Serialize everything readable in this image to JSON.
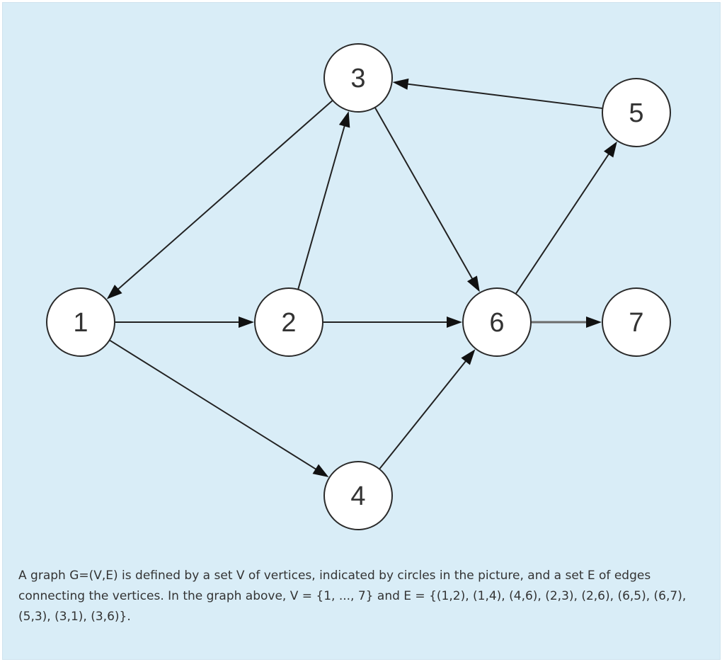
{
  "graph": {
    "nodes": [
      {
        "id": "1",
        "label": "1"
      },
      {
        "id": "2",
        "label": "2"
      },
      {
        "id": "3",
        "label": "3"
      },
      {
        "id": "4",
        "label": "4"
      },
      {
        "id": "5",
        "label": "5"
      },
      {
        "id": "6",
        "label": "6"
      },
      {
        "id": "7",
        "label": "7"
      }
    ],
    "edges": [
      {
        "from": "1",
        "to": "2"
      },
      {
        "from": "1",
        "to": "4"
      },
      {
        "from": "4",
        "to": "6"
      },
      {
        "from": "2",
        "to": "3"
      },
      {
        "from": "2",
        "to": "6"
      },
      {
        "from": "6",
        "to": "5"
      },
      {
        "from": "6",
        "to": "7",
        "color": "#6b6b6b"
      },
      {
        "from": "5",
        "to": "3"
      },
      {
        "from": "3",
        "to": "1"
      },
      {
        "from": "3",
        "to": "6"
      }
    ]
  },
  "caption": "A graph G=(V,E) is defined by a set V of vertices, indicated by circles in the picture, and a set E of edges connecting the vertices. In the graph above, V = {1, ..., 7} and E = {(1,2), (1,4), (4,6), (2,3), (2,6), (6,5), (6,7), (5,3), (3,1), (3,6)}.",
  "colors": {
    "panel_background": "#d9edf7",
    "node_fill": "#ffffff",
    "edge": "#222222"
  }
}
